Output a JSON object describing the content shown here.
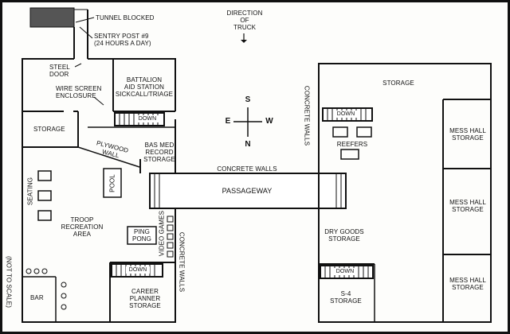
{
  "labels": {
    "tunnel_blocked": "TUNNEL BLOCKED",
    "sentry_post": "SENTRY POST #9\n(24 HOURS A DAY)",
    "direction_of_truck": "DIRECTION\nOF\nTRUCK",
    "steel_door": "STEEL\nDOOR",
    "battalion_aid": "BATTALION\nAID STATION\nSICKCALL/TRIAGE",
    "wire_screen": "WIRE SCREEN\nENCLOSURE",
    "storage_left": "STORAGE",
    "plywood_wall": "PLYWOOD\nWALL",
    "bas_med": "BAS MED\nRECORD\nSTORAGE",
    "seating": "SEATING",
    "pool": "POOL",
    "troop_rec": "TROOP\nRECREATION\nAREA",
    "ping_pong": "PING\nPONG",
    "video_games": "VIDEO GAMES",
    "concrete_walls_left": "CONCRETE WALLS",
    "concrete_walls_top": "CONCRETE WALLS",
    "passageway": "PASSAGEWAY",
    "not_to_scale": "(NOT TO SCALE)",
    "bar": "BAR",
    "career_planner": "CAREER\nPLANNER\nSTORAGE",
    "down_1": "DOWN",
    "down_2": "DOWN",
    "down_3": "DOWN",
    "down_4": "DOWN",
    "storage_right": "STORAGE",
    "concrete_walls_right": "CONCRETE WALLS",
    "reefers": "REEFERS",
    "mess_hall_1": "MESS HALL\nSTORAGE",
    "mess_hall_2": "MESS HALL\nSTORAGE",
    "mess_hall_3": "MESS HALL\nSTORAGE",
    "dry_goods": "DRY GOODS\nSTORAGE",
    "s4_storage": "S-4\nSTORAGE"
  },
  "compass": {
    "n": "N",
    "s": "S",
    "e": "E",
    "w": "W"
  }
}
